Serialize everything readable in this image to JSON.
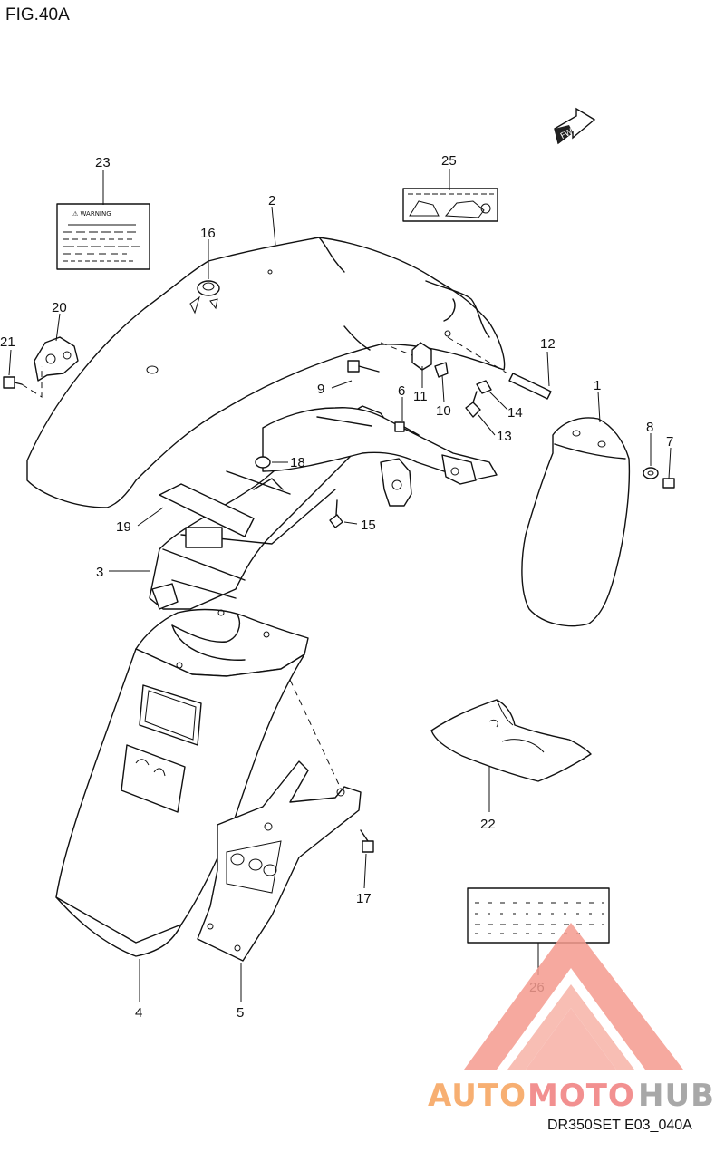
{
  "figure_title": "FIG.40A",
  "diagram_code": "DR350SET E03_040A",
  "fwd_label": "FWD",
  "warning_label_text": "⚠ WARNING",
  "watermark": {
    "text_a": "AUTO",
    "text_b": "MOTO",
    "text_c": "HUB",
    "color_a": "#f6a25a",
    "color_b": "#f07d7d",
    "color_c": "#9a9a9a"
  },
  "callouts": {
    "c1": "1",
    "c2": "2",
    "c3": "3",
    "c4": "4",
    "c5": "5",
    "c6": "6",
    "c7": "7",
    "c8": "8",
    "c9": "9",
    "c10": "10",
    "c11": "11",
    "c12": "12",
    "c13": "13",
    "c14": "14",
    "c15": "15",
    "c16": "16",
    "c17": "17",
    "c18": "18",
    "c19": "19",
    "c20": "20",
    "c21": "21",
    "c22": "22",
    "c23": "23",
    "c25": "25",
    "c26": "26"
  }
}
